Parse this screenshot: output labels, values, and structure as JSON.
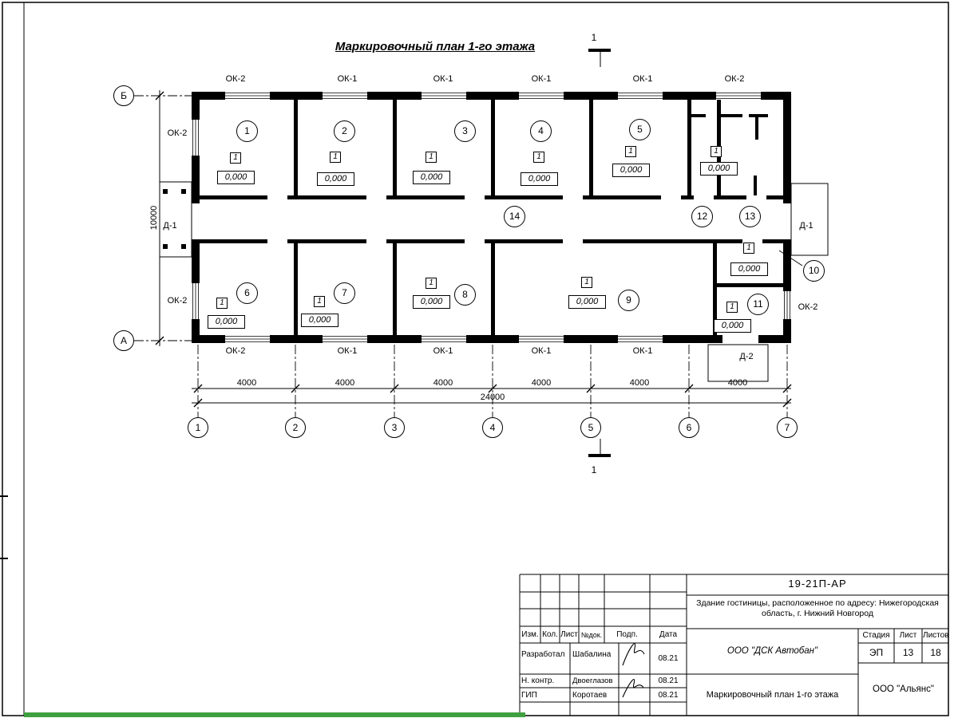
{
  "page": {
    "title": "Маркировочный план 1-го этажа",
    "artifact_strip_color": "#3fa03f"
  },
  "plan": {
    "rooms": [
      "1",
      "2",
      "3",
      "4",
      "5",
      "6",
      "7",
      "8",
      "9",
      "10",
      "11",
      "12",
      "13",
      "14"
    ],
    "windows_top": [
      "ОК-2",
      "ОК-1",
      "ОК-1",
      "ОК-1",
      "ОК-1",
      "ОК-2"
    ],
    "windows_bottom": [
      "ОК-2",
      "ОК-1",
      "ОК-1",
      "ОК-1",
      "ОК-1"
    ],
    "windows_left": [
      "ОК-2",
      "ОК-2"
    ],
    "windows_right": [
      "ОК-2"
    ],
    "doors": {
      "left": "Д-1",
      "right": "Д-1",
      "bottom": "Д-2"
    },
    "axes": {
      "cols": [
        "1",
        "2",
        "3",
        "4",
        "5",
        "6",
        "7"
      ],
      "rows": [
        "Б",
        "А"
      ]
    },
    "elevation_marks": {
      "type_mark": "1",
      "value": "0,000",
      "count": 12
    },
    "section_mark": "1"
  },
  "dims": {
    "bays": [
      "4000",
      "4000",
      "4000",
      "4000",
      "4000",
      "4000"
    ],
    "total": "24000",
    "vertical": "10000"
  },
  "titleblock": {
    "doc_number": "19-21П-АР",
    "object": "Здание гостиницы, расположенное по адресу: Нижегородская область, г. Нижний Новгород",
    "cols": [
      "Изм.",
      "Кол.",
      "Лист",
      "№док.",
      "Подп.",
      "Дата"
    ],
    "rows": [
      {
        "role": "Разработал",
        "name": "Шабалина",
        "date": "08.21"
      },
      {
        "role": "Н. контр.",
        "name": "Двоеглазов",
        "date": "08.21"
      },
      {
        "role": "ГИП",
        "name": "Коротаев",
        "date": "08.21"
      }
    ],
    "org1": "ООО \"ДСК Автобан\"",
    "sheet_title": "Маркировочный план 1-го этажа",
    "stage_label": "Стадия",
    "sheet_label": "Лист",
    "sheets_label": "Листов",
    "stage": "ЭП",
    "sheet": "13",
    "sheets": "18",
    "org2": "ООО \"Альянс\""
  }
}
